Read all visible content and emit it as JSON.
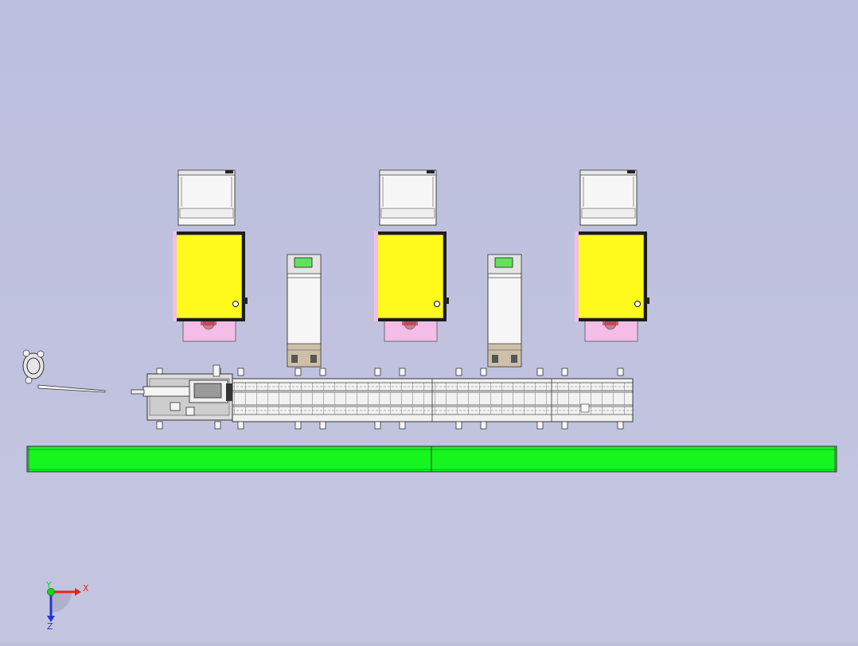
{
  "viewport": {
    "background": "#bfc1de",
    "model_colors": {
      "cabinet": "#fffa1c",
      "green_rail": "#17f51e",
      "display": "#5fe35a",
      "pink_base": "#f3bde8",
      "panel_white": "#f6f6f6",
      "tan_plate": "#cdbfa8"
    }
  },
  "triad": {
    "x_label": "X",
    "y_label": "Y",
    "z_label": "Z",
    "x_color": "#e8231f",
    "y_color": "#1ed21e",
    "z_color": "#2534d8"
  }
}
